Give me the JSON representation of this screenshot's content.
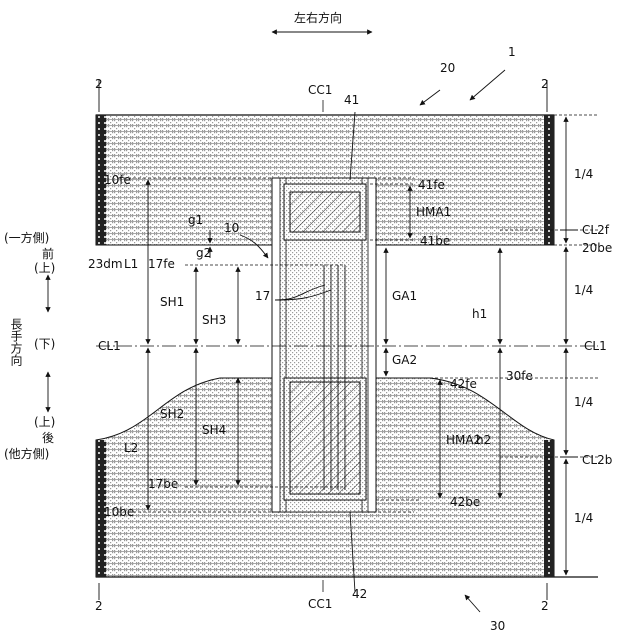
{
  "direction_labels": {
    "lateral": "左右方向",
    "longitudinal": "長手方向",
    "front_side": "(一方側)",
    "front": "前",
    "front_up": "(上)",
    "down": "(下)",
    "back_up": "(上)",
    "back": "後",
    "back_side": "(他方側)"
  },
  "ref_numerals": {
    "article": "1",
    "front_part": "20",
    "back_part": "30",
    "side_left_top": "2",
    "side_right_top": "2",
    "side_left_bottom": "2",
    "side_right_bottom": "2",
    "body": "10",
    "slits": "17",
    "upper_member": "41",
    "lower_member": "42",
    "dm": "23dm"
  },
  "lines": {
    "cc1_top": "CC1",
    "cc1_bottom": "CC1",
    "cl1_left": "CL1",
    "cl1_right": "CL1",
    "cl2f": "CL2f",
    "cl2b": "CL2b",
    "e20be": "20be",
    "e30fe": "30fe"
  },
  "dims": {
    "f10fe": "10fe",
    "f10be": "10be",
    "f17fe": "17fe",
    "f17be": "17be",
    "f41fe": "41fe",
    "f41be": "41be",
    "f42fe": "42fe",
    "f42be": "42be",
    "g1": "g1",
    "g2": "g2",
    "L1": "L1",
    "L2": "L2",
    "SH1": "SH1",
    "SH2": "SH2",
    "SH3": "SH3",
    "SH4": "SH4",
    "GA1": "GA1",
    "GA2": "GA2",
    "HMA1": "HMA1",
    "HMA2": "HMA2",
    "h1": "h1",
    "h2": "h2",
    "q1": "1/4",
    "q2": "1/4",
    "q3": "1/4",
    "q4": "1/4"
  }
}
